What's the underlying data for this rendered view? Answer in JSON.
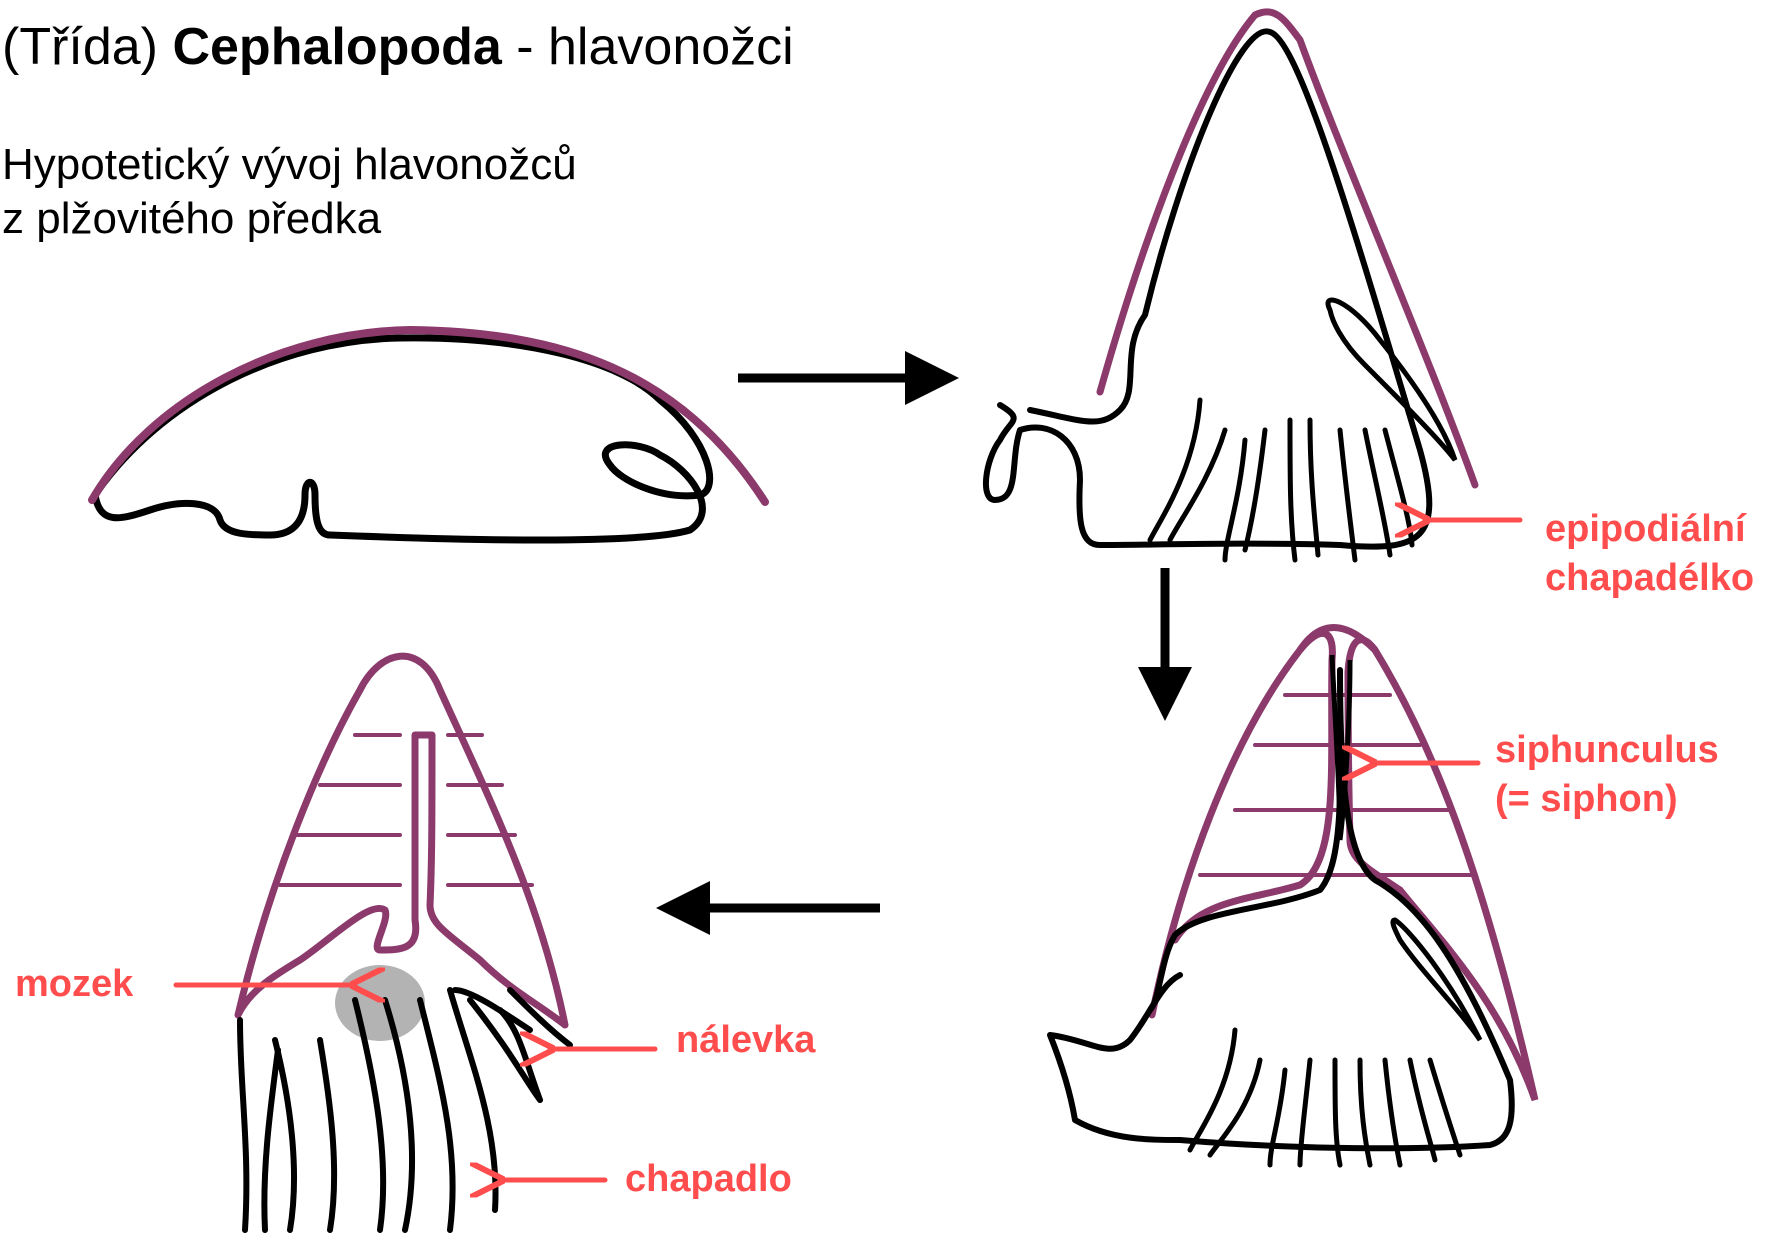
{
  "title": {
    "prefix": "(Třída)",
    "bold": "Cephalopoda",
    "suffix": "- hlavonožci"
  },
  "subtitle": {
    "line1": "Hypotetický vývoj hlavonožců",
    "line2": "z plžovitého předka"
  },
  "labels": {
    "epipodial_line1": "epipodiální",
    "epipodial_line2": "chapadélko",
    "siphunculus_line1": "siphunculus",
    "siphunculus_line2": "(= siphon)",
    "mozek": "mozek",
    "nalevka": "nálevka",
    "chapadlo": "chapadlo"
  },
  "colors": {
    "shell": "#8b3a6b",
    "body_outline": "#000000",
    "label": "#ff4d4d",
    "brain": "#b3b3b3"
  }
}
